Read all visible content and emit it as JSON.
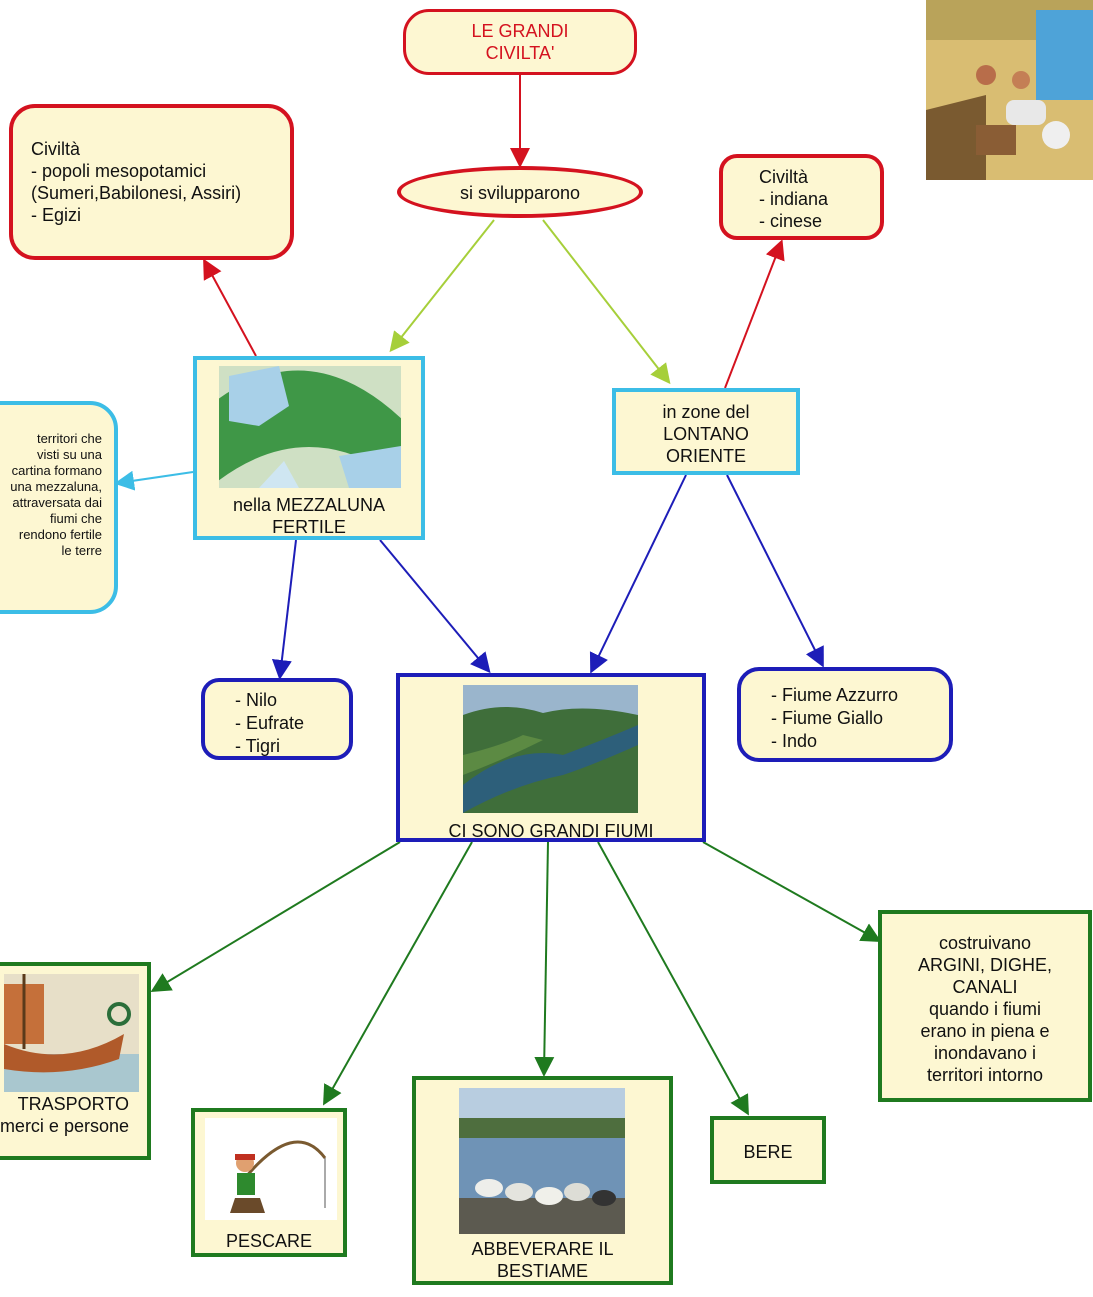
{
  "title": [
    "LE GRANDI",
    "CIVILTA'"
  ],
  "developed": "si svilupparono",
  "civ_left": [
    "Civiltà",
    "- popoli mesopotamici",
    "(Sumeri,Babilonesi, Assiri)",
    "- Egizi"
  ],
  "civ_right": [
    "Civiltà",
    "- indiana",
    "- cinese"
  ],
  "mezzaluna": [
    "nella MEZZALUNA",
    "FERTILE"
  ],
  "oriente": [
    "in zone del",
    "LONTANO",
    "ORIENTE"
  ],
  "note_left": [
    "territori che",
    "visti su una",
    "cartina formano",
    "una mezzaluna,",
    "attraversata dai",
    "fiumi che",
    "rendono fertile",
    "le terre"
  ],
  "rivers_left": [
    "- Nilo",
    "- Eufrate",
    "- Tigri"
  ],
  "rivers_right": [
    "- Fiume Azzurro",
    "- Fiume Giallo",
    "- Indo"
  ],
  "fiumi": "CI SONO GRANDI FIUMI",
  "trasporto": [
    "TRASPORTO",
    "merci e persone"
  ],
  "pescare": "PESCARE",
  "abbeverare": [
    "ABBEVERARE IL",
    "BESTIAME"
  ],
  "bere": "BERE",
  "argini": [
    "costruivano",
    "ARGINI, DIGHE,",
    "CANALI",
    "quando i fiumi",
    "erano in piena e",
    "inondavano i",
    "territori intorno"
  ],
  "colors": {
    "red": "#d4121f",
    "lightgreen": "#a6cf3a",
    "blue": "#1d1db8",
    "cyan": "#3cbde6",
    "green": "#1f7a1f",
    "fill": "#fdf7d2"
  }
}
